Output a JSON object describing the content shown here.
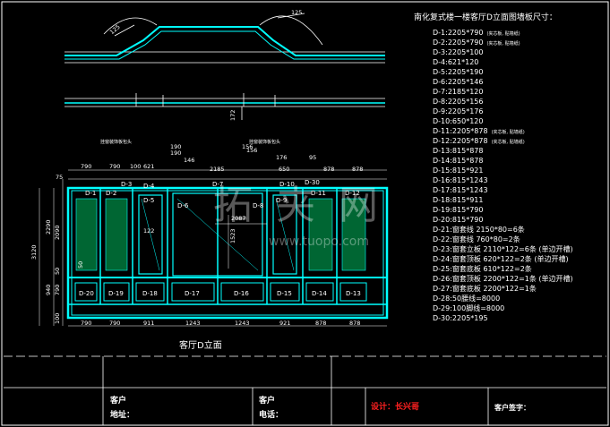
{
  "spec_title": "南化复式楼一楼客厅D立面图墙板尺寸：",
  "specs": [
    {
      "id": "D-1:2205*790",
      "note": "(夹芯板, 贴墙纸)"
    },
    {
      "id": "D-2:2205*790",
      "note": "(夹芯板, 贴墙纸)"
    },
    {
      "id": "D-3:2205*100",
      "note": ""
    },
    {
      "id": "D-4:621*120",
      "note": ""
    },
    {
      "id": "D-5:2205*190",
      "note": ""
    },
    {
      "id": "D-6:2205*146",
      "note": ""
    },
    {
      "id": "D-7:2185*120",
      "note": ""
    },
    {
      "id": "D-8:2205*156",
      "note": ""
    },
    {
      "id": "D-9:2205*176",
      "note": ""
    },
    {
      "id": "D-10:650*120",
      "note": ""
    },
    {
      "id": "D-11:2205*878",
      "note": "(夹芯板, 贴墙纸)"
    },
    {
      "id": "D-12:2205*878",
      "note": "(夹芯板, 贴墙纸)"
    },
    {
      "id": "D-13:815*878",
      "note": ""
    },
    {
      "id": "D-14:815*878",
      "note": ""
    },
    {
      "id": "D-15:815*921",
      "note": ""
    },
    {
      "id": "D-16:815*1243",
      "note": ""
    },
    {
      "id": "D-17:815*1243",
      "note": ""
    },
    {
      "id": "D-18:815*911",
      "note": ""
    },
    {
      "id": "D-19:815*790",
      "note": ""
    },
    {
      "id": "D-20:815*790",
      "note": ""
    },
    {
      "id": "D-21:窗套线 2150*80=6条",
      "note": ""
    },
    {
      "id": "D-22:窗套线 760*80=2条",
      "note": ""
    },
    {
      "id": "D-23:窗套立板 2110*122=6条 (单边开槽)",
      "note": ""
    },
    {
      "id": "D-24:窗套顶板 620*122=2条 (单边开槽)",
      "note": ""
    },
    {
      "id": "D-25:窗套底板 610*122=2条",
      "note": ""
    },
    {
      "id": "D-26:窗套顶板 2200*122=1条 (单边开槽)",
      "note": ""
    },
    {
      "id": "D-27:窗套底板 2200*122=1条",
      "note": ""
    },
    {
      "id": "D-28:50腰线=8000",
      "note": ""
    },
    {
      "id": "D-29:100脚线=8000",
      "note": ""
    },
    {
      "id": "D-30:2205*195",
      "note": ""
    }
  ],
  "top_dims": [
    "790",
    "790",
    "100",
    "621",
    "190",
    "146",
    "2185",
    "156",
    "176",
    "650",
    "95",
    "878",
    "878"
  ],
  "bottom_dims": [
    "790",
    "790",
    "911",
    "1243",
    "1243",
    "921",
    "878",
    "878"
  ],
  "left_dims": [
    "3120",
    "2290",
    "2090",
    "790",
    "940",
    "100",
    "50",
    "75"
  ],
  "inner_dims": [
    "2087",
    "1523",
    "122",
    "156",
    "190",
    "50"
  ],
  "panel_top_labels": [
    "D-1",
    "D-2",
    "D-3",
    "D-4",
    "D-5",
    "D-6",
    "D-7",
    "D-8",
    "D-9",
    "D-10",
    "D-30",
    "D-11",
    "D-12"
  ],
  "panel_bottom_labels": [
    "D-20",
    "D-19",
    "D-18",
    "D-17",
    "D-16",
    "D-15",
    "D-14",
    "D-13"
  ],
  "small_notes": [
    "挂窗装饰板包头",
    "挂窗装饰板包头"
  ],
  "arch_dims": [
    "125",
    "125",
    "172"
  ],
  "caption": "客厅D立面",
  "title_block": {
    "client_label": "客户",
    "address_label": "地址：",
    "client2_label": "客户",
    "phone_label": "电话：",
    "designer": "设计：长兴哥",
    "signature": "客户签字："
  },
  "watermark": "拓 夹 网",
  "watermark_url": "www.tuopo.com",
  "colors": {
    "cyan": "#00ffff",
    "white": "#ffffff",
    "red": "#ff2020",
    "bg": "#000000"
  }
}
